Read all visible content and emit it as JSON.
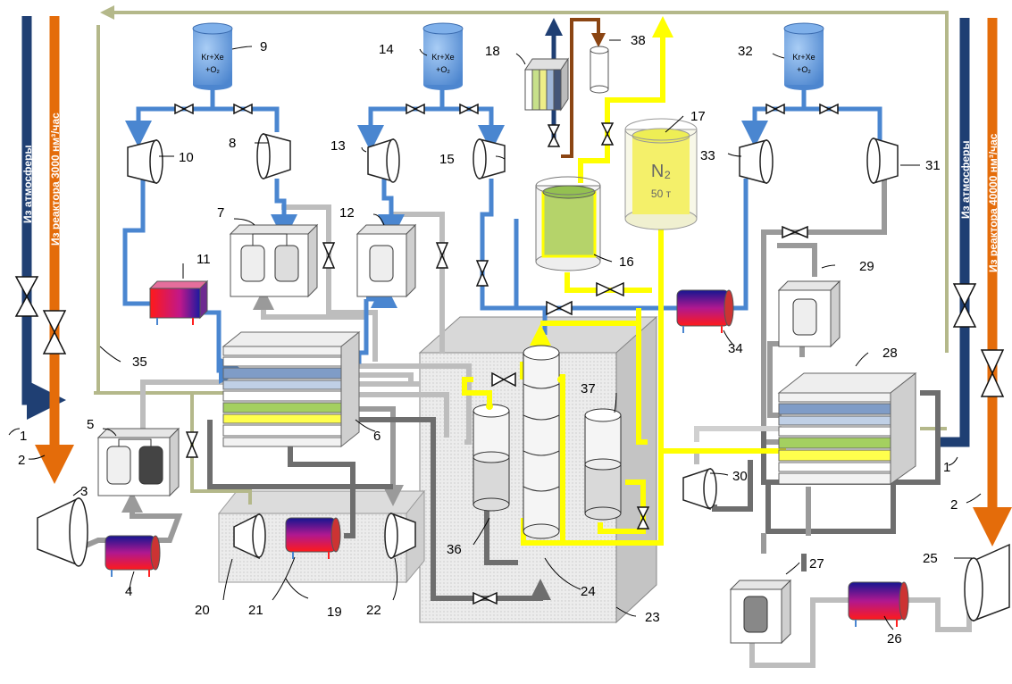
{
  "labels": {
    "left_inlet_atm": "Из атмосферы",
    "left_inlet_reactor": "Из реактора 3000 нм³/час",
    "right_inlet_atm": "Из атмосферы",
    "right_inlet_reactor": "Из реактора 40000 нм³/час",
    "gas_tank_line1": "Kr+Xe",
    "gas_tank_line2": "+O₂",
    "n2_tank_formula": "N₂",
    "n2_tank_mass": "50 т"
  },
  "callouts": {
    "n1": "1",
    "n2": "2",
    "n3": "3",
    "n4": "4",
    "n5": "5",
    "n6": "6",
    "n7": "7",
    "n8": "8",
    "n9": "9",
    "n10": "10",
    "n11": "11",
    "n12": "12",
    "n13": "13",
    "n14": "14",
    "n15": "15",
    "n16": "16",
    "n17": "17",
    "n18": "18",
    "n19": "19",
    "n20": "20",
    "n21": "21",
    "n22": "22",
    "n23": "23",
    "n24": "24",
    "n25": "25",
    "n26": "26",
    "n27": "27",
    "n28": "28",
    "n29": "29",
    "n30": "30",
    "n31": "31",
    "n32": "32",
    "n33": "33",
    "n34": "34",
    "n35": "35",
    "n36": "36",
    "n37": "37",
    "n38": "38",
    "n1r": "1",
    "n2r": "2"
  },
  "colors": {
    "atm_line": "#1f3f73",
    "reactor_line": "#e46c0a",
    "gas_line": "#4a86d0",
    "nitrogen_line": "#ffff00",
    "return_line": "#b4b88a",
    "grey_light": "#bdbdbd",
    "grey_mid": "#9a9a9a",
    "grey_dark": "#6e6e6e",
    "tank_blue": "#6fa3e0",
    "brown_line": "#8b4513"
  },
  "icons": {
    "valve": "bowtie-valve-icon",
    "compressor": "compressor-icon",
    "heater": "heater-icon",
    "adsorber": "adsorber-block-icon",
    "heat_exchanger": "plate-heat-exchanger-icon"
  }
}
